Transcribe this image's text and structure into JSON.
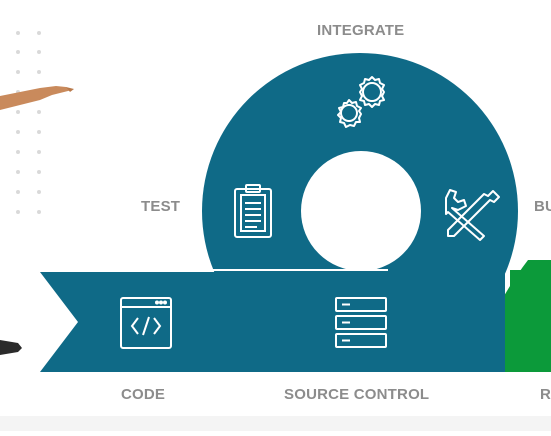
{
  "stages": {
    "integrate": "INTEGRATE",
    "test": "TEST",
    "build": "BU",
    "code": "CODE",
    "source_control": "SOURCE CONTROL",
    "release": "R"
  },
  "colors": {
    "loop": "#0f6a87",
    "green": "#0c9a3a",
    "label": "#8c8c8c",
    "dots": "#d9d9d9",
    "skin": "#c98a5c",
    "laptop": "#2b2b2b"
  },
  "icons": [
    "gears-icon",
    "clipboard-icon",
    "wrench-screwdriver-icon",
    "code-window-icon",
    "server-stack-icon"
  ]
}
